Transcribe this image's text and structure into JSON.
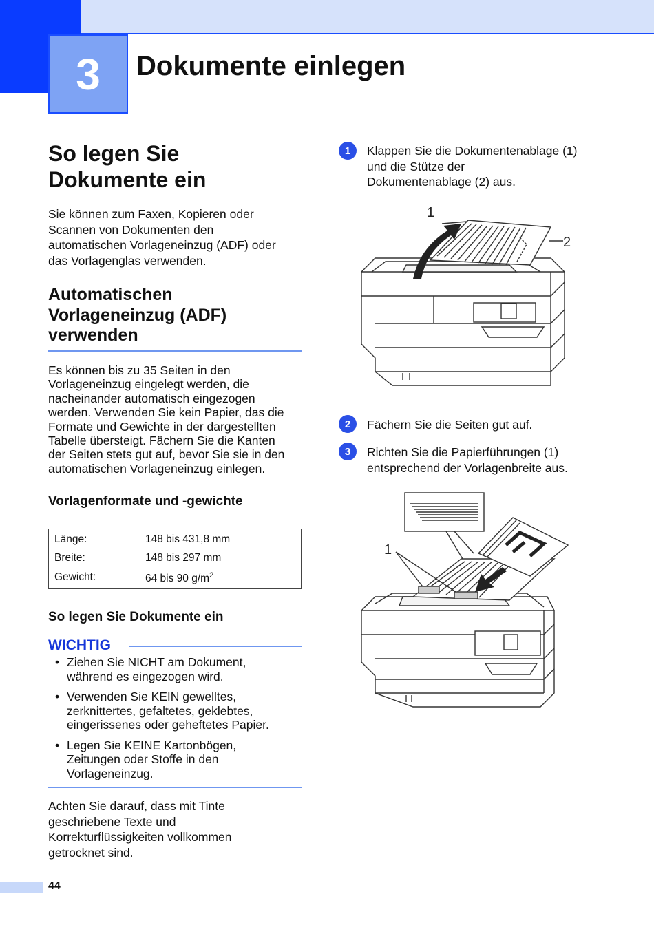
{
  "chapter": {
    "number": "3",
    "title": "Dokumente einlegen"
  },
  "section": {
    "title_line1": "So legen Sie",
    "title_line2": "Dokumente ein",
    "intro": [
      "Sie können zum Faxen, Kopieren oder",
      "Scannen von Dokumenten den",
      "automatischen Vorlageneinzug (ADF) oder",
      "das Vorlagenglas verwenden."
    ]
  },
  "adf": {
    "title_lines": [
      "Automatischen",
      "Vorlageneinzug (ADF)",
      "verwenden"
    ],
    "body": [
      "Es können bis zu 35 Seiten in den",
      "Vorlageneinzug eingelegt werden, die",
      "nacheinander automatisch eingezogen",
      "werden. Verwenden Sie kein Papier, das die",
      "Formate und Gewichte in der dargestellten",
      "Tabelle übersteigt. Fächern Sie die Kanten",
      "der Seiten stets gut auf, bevor Sie sie in den",
      "automatischen Vorlageneinzug einlegen."
    ]
  },
  "formats": {
    "title": "Vorlagenformate und -gewichte",
    "rows": [
      {
        "label": "Länge:",
        "value": "148 bis 431,8 mm"
      },
      {
        "label": "Breite:",
        "value": "148 bis 297 mm"
      },
      {
        "label": "Gewicht:",
        "value": "64 bis 90 g/m",
        "sup": "2"
      }
    ]
  },
  "how_to": {
    "title": "So legen Sie Dokumente ein"
  },
  "important": {
    "label": "WICHTIG",
    "items": [
      [
        "Ziehen Sie NICHT am Dokument,",
        "während es eingezogen wird."
      ],
      [
        "Verwenden Sie KEIN gewelltes,",
        "zerknittertes, gefaltetes, geklebtes,",
        "eingerissenes oder geheftetes Papier."
      ],
      [
        "Legen Sie KEINE Kartonbögen,",
        "Zeitungen oder Stoffe in den",
        "Vorlageneinzug."
      ]
    ]
  },
  "note": [
    "Achten Sie darauf, dass mit Tinte",
    "geschriebene Texte und",
    "Korrekturflüssigkeiten vollkommen",
    "getrocknet sind."
  ],
  "steps": [
    {
      "num": "1",
      "lines": [
        "Klappen Sie die Dokumentenablage (1)",
        "und die Stütze der",
        "Dokumentenablage (2) aus."
      ]
    },
    {
      "num": "2",
      "lines": [
        "Fächern Sie die Seiten gut auf."
      ]
    },
    {
      "num": "3",
      "lines": [
        "Richten Sie die Papierführungen (1)",
        "entsprechend der Vorlagenbreite aus."
      ]
    }
  ],
  "figure1": {
    "callout1": "1",
    "callout2": "2"
  },
  "figure2": {
    "callout1": "1"
  },
  "page_number": "44",
  "colors": {
    "accent": "#1a4dff",
    "light_band": "#d6e2fb",
    "chapter_box": "#7ea3f4",
    "rule": "#6f97f0"
  }
}
